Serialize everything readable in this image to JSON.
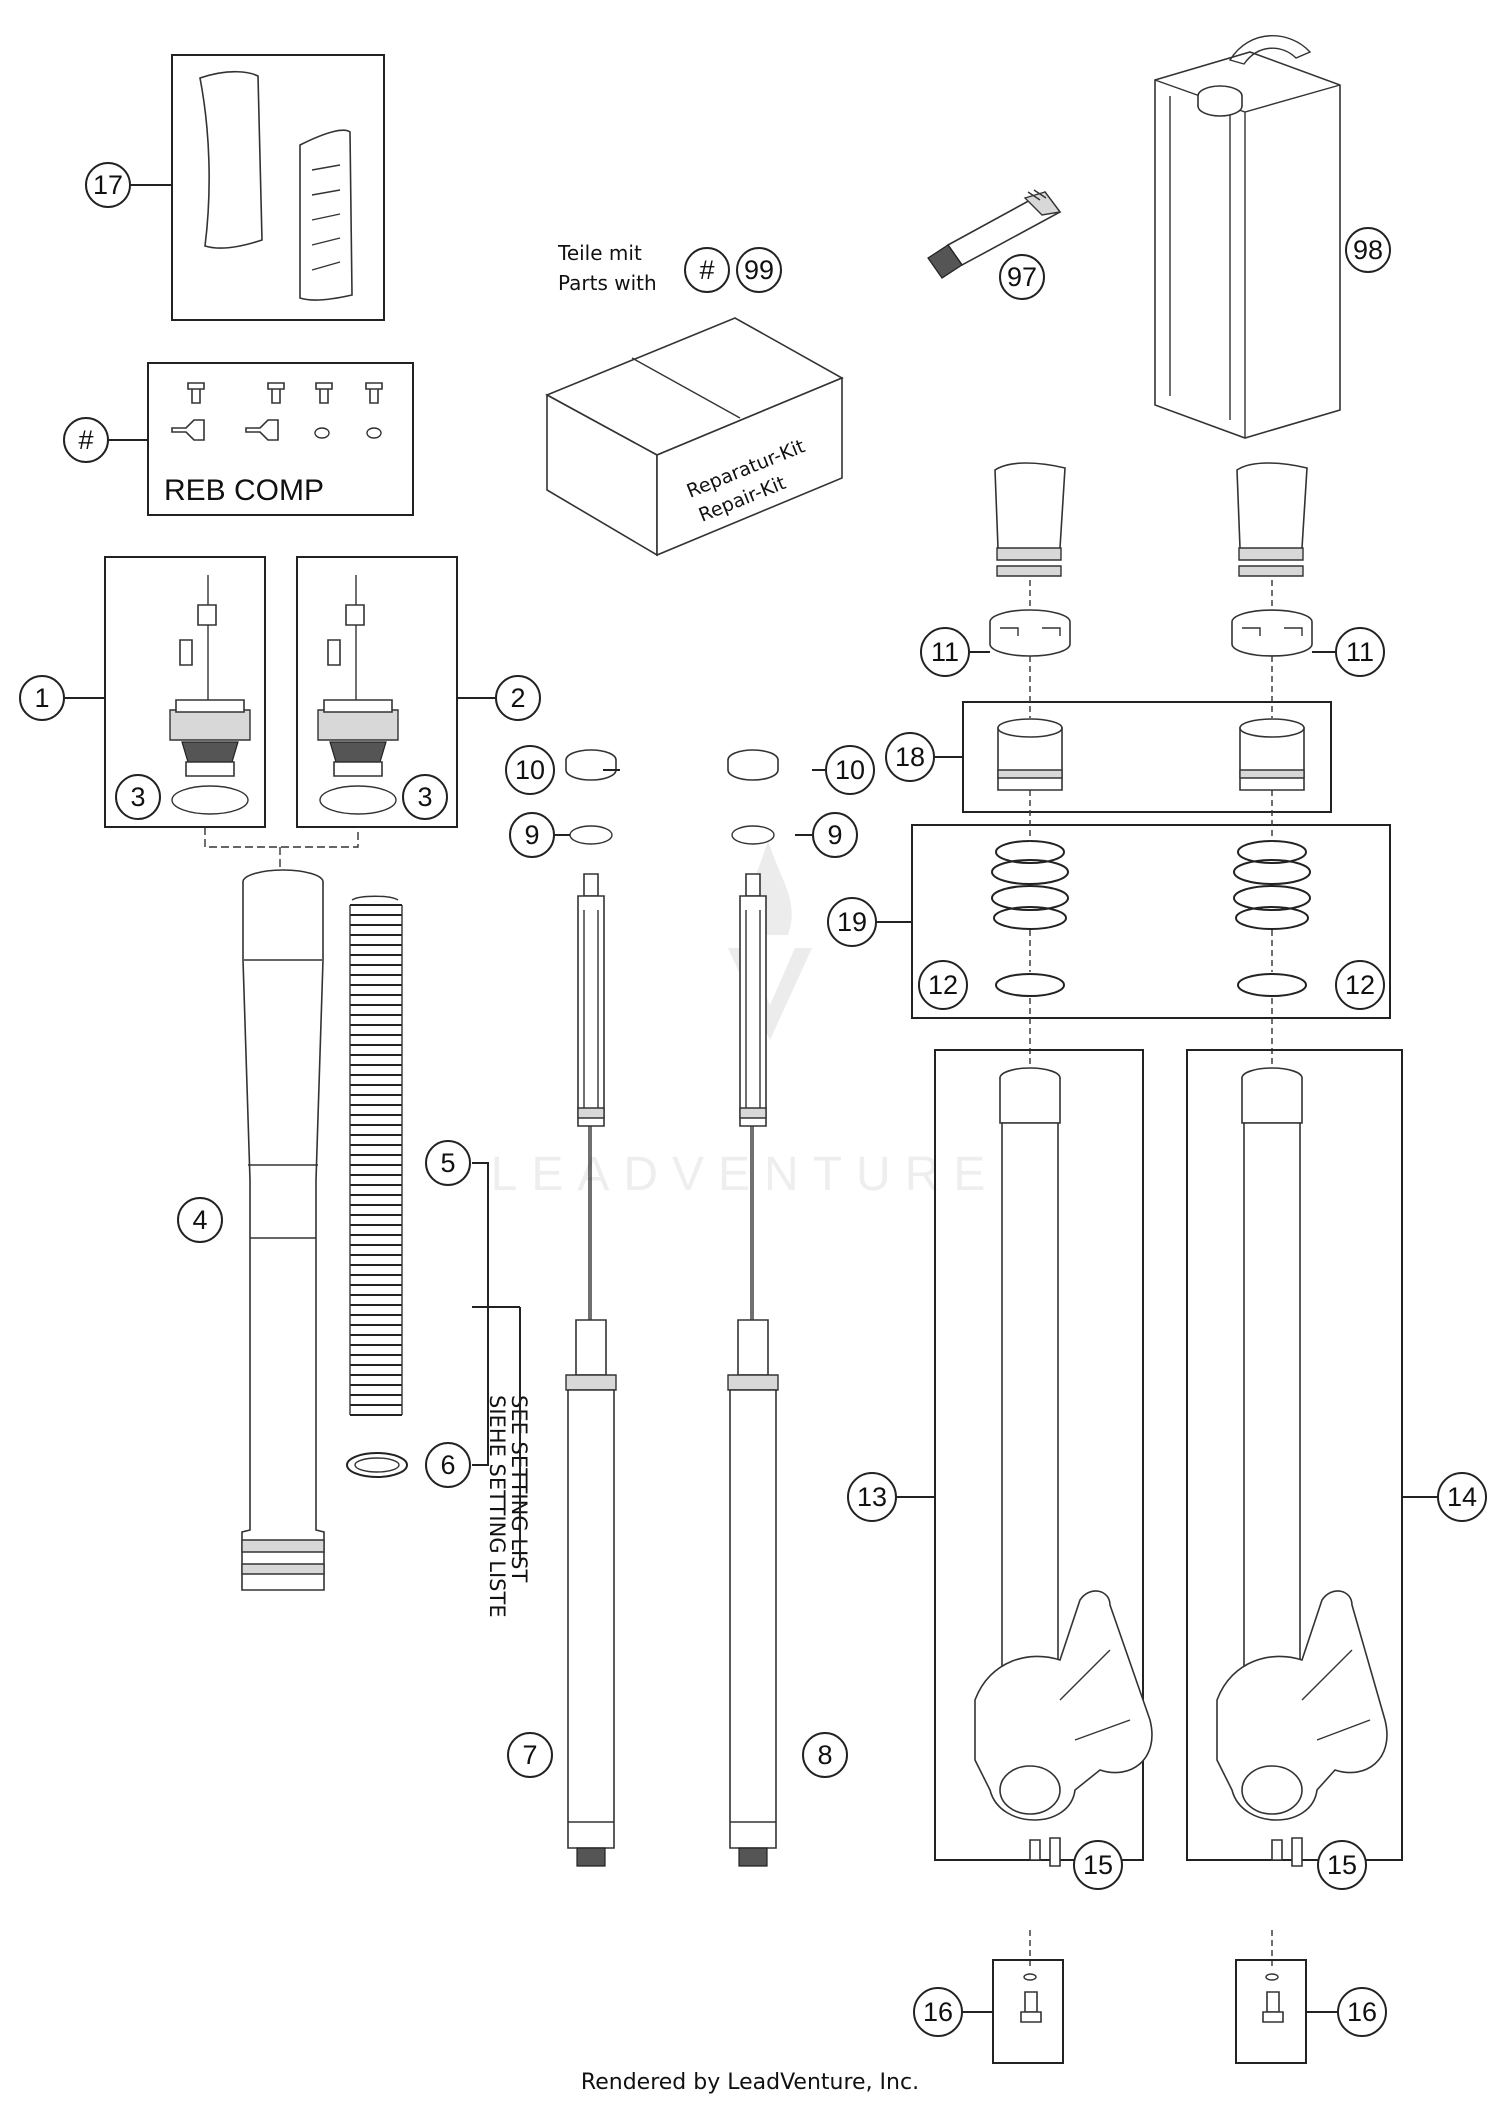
{
  "callouts": {
    "c1": "1",
    "c2": "2",
    "c3a": "3",
    "c3b": "3",
    "c4": "4",
    "c5": "5",
    "c6": "6",
    "c7": "7",
    "c8": "8",
    "c9a": "9",
    "c9b": "9",
    "c10a": "10",
    "c10b": "10",
    "c11a": "11",
    "c11b": "11",
    "c12a": "12",
    "c12b": "12",
    "c13": "13",
    "c14": "14",
    "c15a": "15",
    "c15b": "15",
    "c16a": "16",
    "c16b": "16",
    "c17": "17",
    "c18": "18",
    "c19": "19",
    "c97": "97",
    "c98": "98",
    "c99": "99",
    "hash_a": "#",
    "hash_b": "#"
  },
  "labels": {
    "parts_with_de": "Teile mit",
    "parts_with_en": "Parts with",
    "reb_comp": "REB COMP",
    "kit_de": "Reparatur-Kit",
    "kit_en": "Repair-Kit",
    "setting_de": "SIEHE SETTING LISTE",
    "setting_en": "SEE SETTING LIST",
    "watermark": "LEADVENTURE"
  },
  "footer": {
    "text": "Rendered by LeadVenture, Inc."
  }
}
